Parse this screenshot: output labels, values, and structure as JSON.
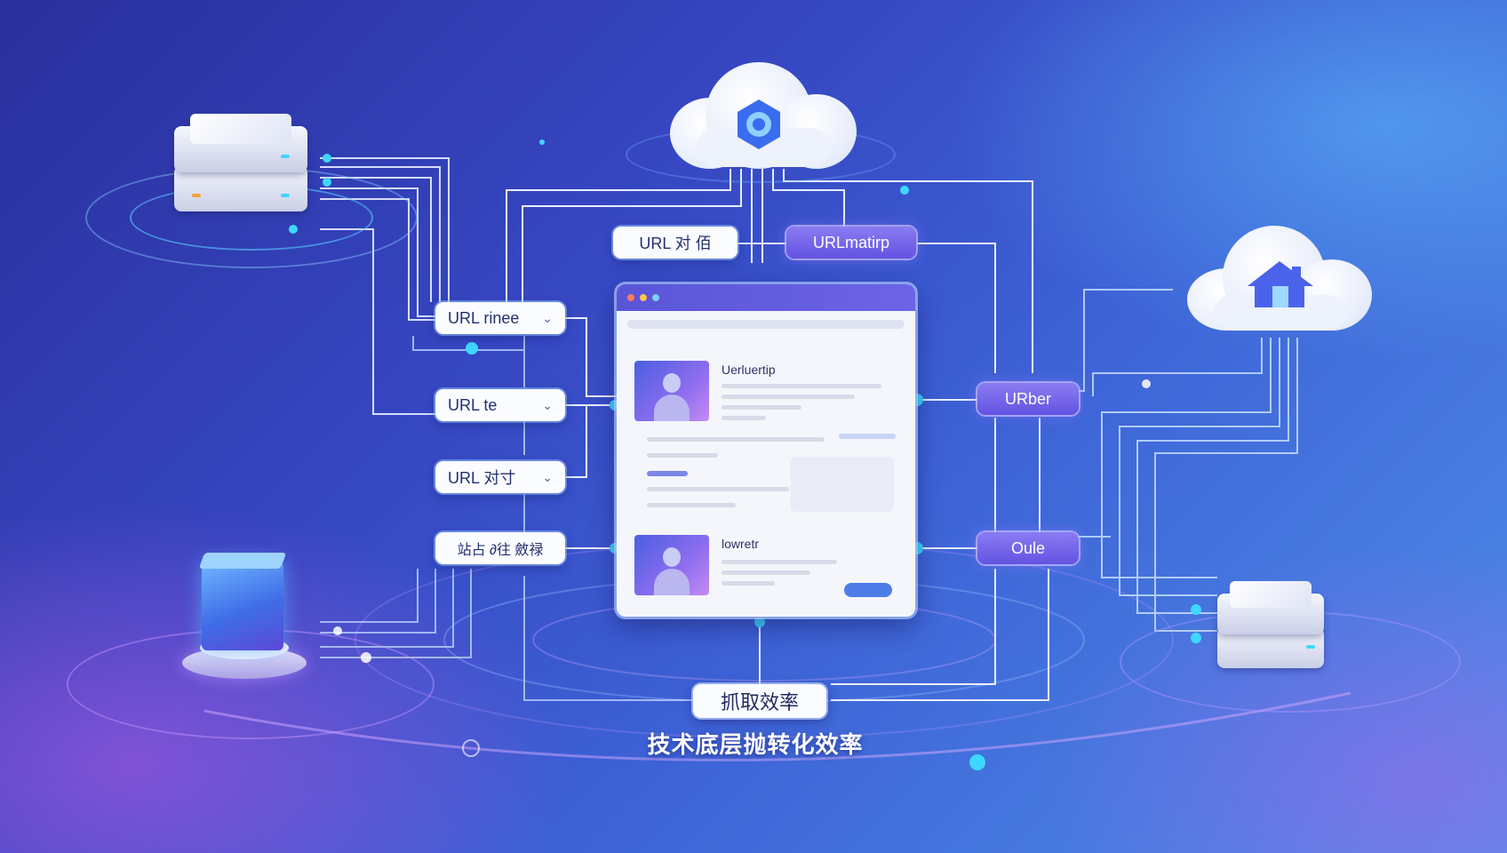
{
  "nodes": {
    "left": [
      {
        "label": "URL rinee"
      },
      {
        "label": "URL  te"
      },
      {
        "label": "URL 对寸"
      },
      {
        "label": "站占 ∂往 斂禄"
      }
    ],
    "top": [
      {
        "label": "URL 对 佰"
      },
      {
        "label": "URLmatirp"
      }
    ],
    "right": [
      {
        "label": "URber"
      },
      {
        "label": "Oule"
      }
    ]
  },
  "browser": {
    "card1_title": "Uerluertip",
    "card2_title": "lowretr"
  },
  "bottom_label": "抓取效率",
  "caption": "技术底层抛转化效率",
  "colors": {
    "accent_cyan": "#3fd7ff",
    "accent_purple": "#6a5be6",
    "line": "#e8eeff"
  },
  "icons": [
    "cloud-gear-icon",
    "cloud-house-icon",
    "server-icon",
    "database-cube-icon",
    "browser-window-icon",
    "chevron-down-icon"
  ]
}
